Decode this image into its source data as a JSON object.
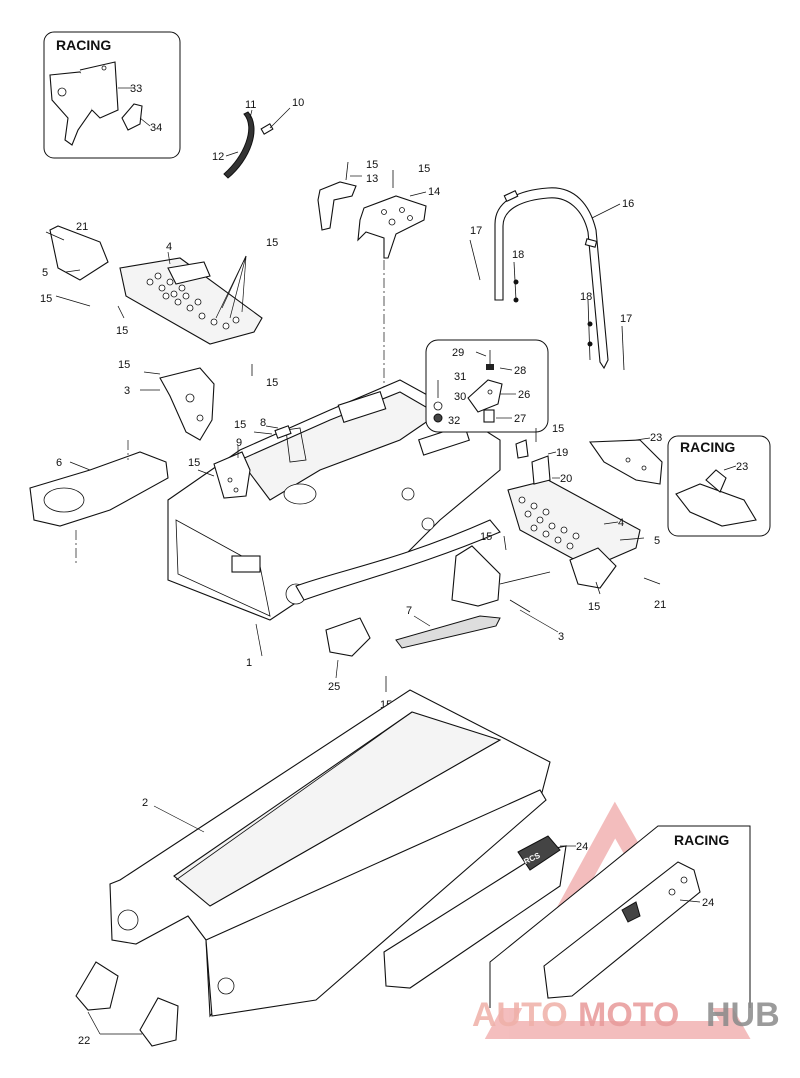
{
  "insets": {
    "racing_top_left": "RACING",
    "racing_right": "RACING",
    "racing_bottom_right": "RACING"
  },
  "labels": {
    "p1": "1",
    "p2": "2",
    "p3a": "3",
    "p3b": "3",
    "p4a": "4",
    "p4b": "4",
    "p5a": "5",
    "p5b": "5",
    "p6": "6",
    "p7": "7",
    "p8": "8",
    "p9": "9",
    "p10": "10",
    "p11": "11",
    "p12": "12",
    "p13": "13",
    "p14": "14",
    "p15a": "15",
    "p15b": "15",
    "p15c": "15",
    "p15d": "15",
    "p15e": "15",
    "p15f": "15",
    "p15g": "15",
    "p15h": "15",
    "p15i": "15",
    "p15j": "15",
    "p15k": "15",
    "p15l": "15",
    "p15m": "15",
    "p16": "16",
    "p17a": "17",
    "p17b": "17",
    "p18a": "18",
    "p18b": "18",
    "p19": "19",
    "p20": "20",
    "p21a": "21",
    "p21b": "21",
    "p22": "22",
    "p23a": "23",
    "p23b": "23",
    "p24a": "24",
    "p24b": "24",
    "p25": "25",
    "p26": "26",
    "p27": "27",
    "p28": "28",
    "p29": "29",
    "p30": "30",
    "p31": "31",
    "p32": "32",
    "p33": "33",
    "p34": "34"
  },
  "decal_text": "RCS",
  "watermark": {
    "auto": "AUTO",
    "moto": "MOTO",
    "hub": "HUB",
    "colors": {
      "primary": "#e8a0a0",
      "accent": "#f3b8b8",
      "hub": "#8a8a8a"
    }
  }
}
